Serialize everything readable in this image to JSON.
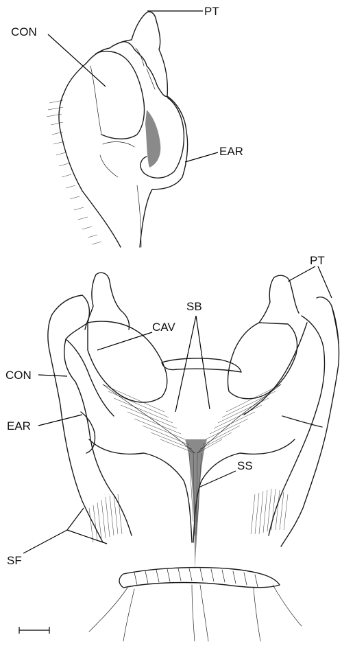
{
  "colors": {
    "ink": "#1a1a1a",
    "background": "#ffffff"
  },
  "top_view": {
    "labels": {
      "pt": "PT",
      "con": "CON",
      "ear": "EAR"
    }
  },
  "bottom_view": {
    "labels": {
      "pt": "PT",
      "sb": "SB",
      "cav": "CAV",
      "con": "CON",
      "ear": "EAR",
      "ss": "SS",
      "sf": "SF"
    }
  },
  "scale_bar": {
    "label": ""
  }
}
